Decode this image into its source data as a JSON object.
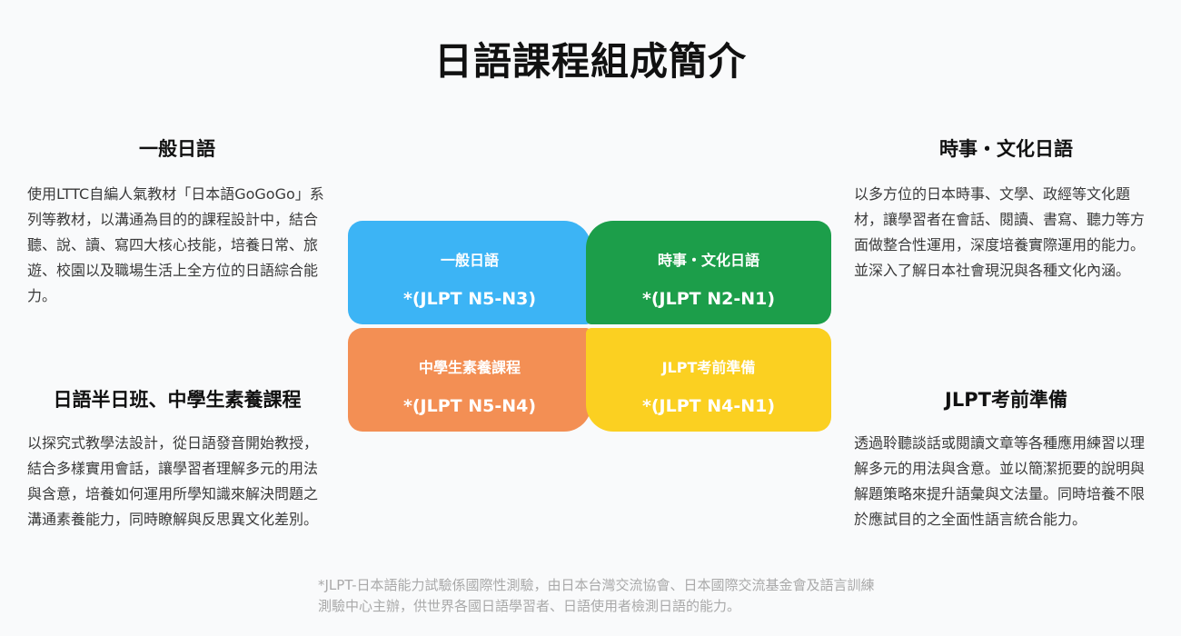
{
  "title": "日語課程組成簡介",
  "courses": {
    "general": {
      "heading": "一般日語",
      "description": "使用LTTC自編人氣教材「日本語GoGoGo」系列等教材，以溝通為目的的課程設計中，結合聽、說、讀、寫四大核心技能，培養日常、旅遊、校園以及職場生活上全方位的日語綜合能力。",
      "tile_title": "一般日語",
      "tile_level": "*(JLPT N5-N3)",
      "color": "#3cb4f5"
    },
    "current_affairs": {
      "heading": "時事・文化日語",
      "description": "以多方位的日本時事、文學、政經等文化題材，讓學習者在會話、閱讀、書寫、聽力等方面做整合性運用，深度培養實際運用的能力。並深入了解日本社會現況與各種文化內涵。",
      "tile_title": "時事・文化日語",
      "tile_level": "*(JLPT N2-N1)",
      "color": "#1c9e4a"
    },
    "half_day": {
      "heading": "日語半日班、中學生素養課程",
      "description": "以探究式教學法設計，從日語發音開始教授，結合多樣實用會話，讓學習者理解多元的用法與含意，培養如何運用所學知識來解決問題之溝通素養能力，同時瞭解與反思異文化差別。",
      "tile_title": "中學生素養課程",
      "tile_level": "*(JLPT N5-N4)",
      "color": "#f38f54"
    },
    "jlpt": {
      "heading": "JLPT考前準備",
      "description": "透過聆聽談話或閱讀文章等各種應用練習以理解多元的用法與含意。並以簡潔扼要的說明與解題策略來提升語彙與文法量。同時培養不限於應試目的之全面性語言統合能力。",
      "tile_title": "JLPT考前準備",
      "tile_level": "*(JLPT N4-N1)",
      "color": "#fbd021"
    }
  },
  "footnote": "*JLPT-日本語能力試驗係國際性測驗，由日本台灣交流協會、日本國際交流基金會及語言訓練測驗中心主辦，供世界各國日語學習者、日語使用者檢測日語的能力。"
}
